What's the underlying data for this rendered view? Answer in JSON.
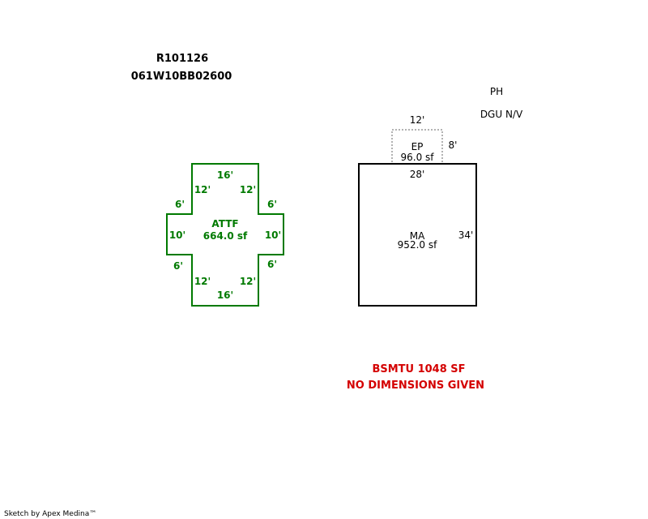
{
  "header": {
    "account": "R101126",
    "parcel": "061W10BB02600"
  },
  "top_right": {
    "ph": "PH",
    "dgu": "DGU N/V"
  },
  "attf": {
    "name": "ATTF",
    "area": "664.0 sf",
    "dims": {
      "top": "16'",
      "upper_left": "12'",
      "upper_right": "12'",
      "left_step_top": "6'",
      "right_step_top": "6'",
      "left": "10'",
      "right": "10'",
      "left_step_bottom": "6'",
      "right_step_bottom": "6'",
      "lower_left": "12'",
      "lower_right": "12'",
      "bottom": "16'"
    }
  },
  "ep": {
    "name": "EP",
    "area": "96.0 sf",
    "dims": {
      "top": "12'",
      "right": "8'"
    }
  },
  "ma": {
    "name": "MA",
    "area": "952.0 sf",
    "dims": {
      "top": "28'",
      "right": "34'"
    }
  },
  "notes": {
    "bsmtu": "BSMTU 1048 SF",
    "no_dims": "NO DIMENSIONS GIVEN"
  },
  "footer": "Sketch by Apex Medina™",
  "colors": {
    "attf": "#007a00",
    "notes": "#d40000",
    "ep_dotted": "#666666",
    "ma": "#000000"
  }
}
